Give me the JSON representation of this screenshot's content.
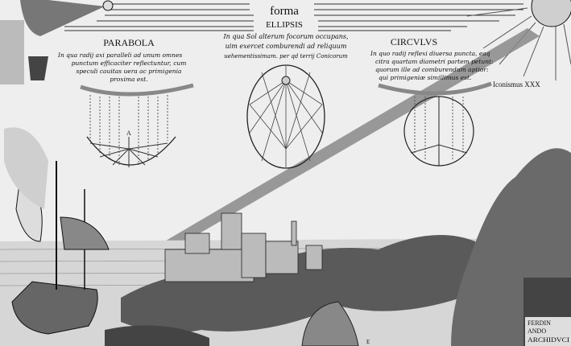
{
  "header": {
    "forma": "forma",
    "ellipsis_title": "ELLIPSIS",
    "ellipsis_text": [
      "In qua Sol alterum focorum occupans,",
      "uim exercet comburendi ad reliquum",
      "uehementissimam. per qd terrij Conicorum"
    ]
  },
  "parabola": {
    "title": "PARABOLA",
    "text": [
      "In qua radij axi paralleli ad unum omnes",
      "punctum efficaciter reflectuntur, cum",
      "speculi cauitas uera ac primigenia",
      "proxima est."
    ],
    "focus_label": "A"
  },
  "circulus": {
    "title": "CIRCVLVS",
    "text": [
      "In quo radij reflexi diuersa puncta, eaq",
      "citra quartam diametri partem petunt:",
      "quorum ille ad comburendum aptior:",
      "qui primigeniæ simillimus est."
    ]
  },
  "plate_number": "Iconismus XXX",
  "inscription": [
    "FERDIN",
    "ANDO",
    "ARCHIDVCI"
  ],
  "bottom_label": "E",
  "colors": {
    "paper": "#eeeeee",
    "ink": "#111111"
  }
}
